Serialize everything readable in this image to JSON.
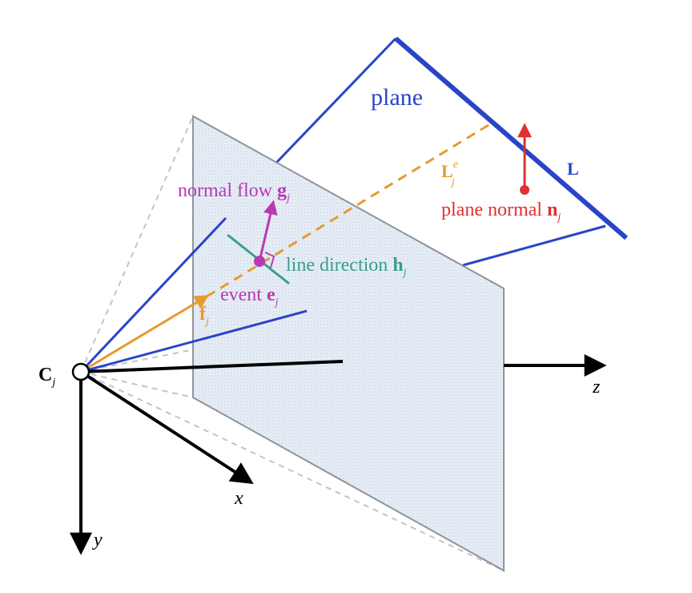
{
  "diagram": {
    "colors": {
      "camera_axis": "#000000",
      "plane": "#2a44c8",
      "image_plane_fill": "#e8f0f8",
      "image_plane_edge": "#8a8f96",
      "dashed_ray": "#bfbfbf",
      "bearing": "#e89a2c",
      "normal_flow": "#b93ab0",
      "line_direction": "#3a9e8c",
      "plane_normal": "#e03030"
    },
    "labels": {
      "plane": "plane",
      "line_L": "L",
      "line_L_event_main": "L",
      "line_L_event_sup": "e",
      "line_L_event_sub": "j",
      "plane_normal_text": "plane normal",
      "plane_normal_sym": "n",
      "plane_normal_sub": "j",
      "normal_flow_text": "normal flow",
      "normal_flow_sym": "g",
      "normal_flow_sub": "j",
      "line_direction_text": "line direction",
      "line_direction_sym": "h",
      "line_direction_sub": "j",
      "event_text": "event",
      "event_sym": "e",
      "event_sub": "j",
      "bearing_sym": "f",
      "bearing_sub": "j",
      "camera_sym": "C",
      "camera_sub": "j",
      "axis_x": "x",
      "axis_y": "y",
      "axis_z": "z"
    }
  }
}
